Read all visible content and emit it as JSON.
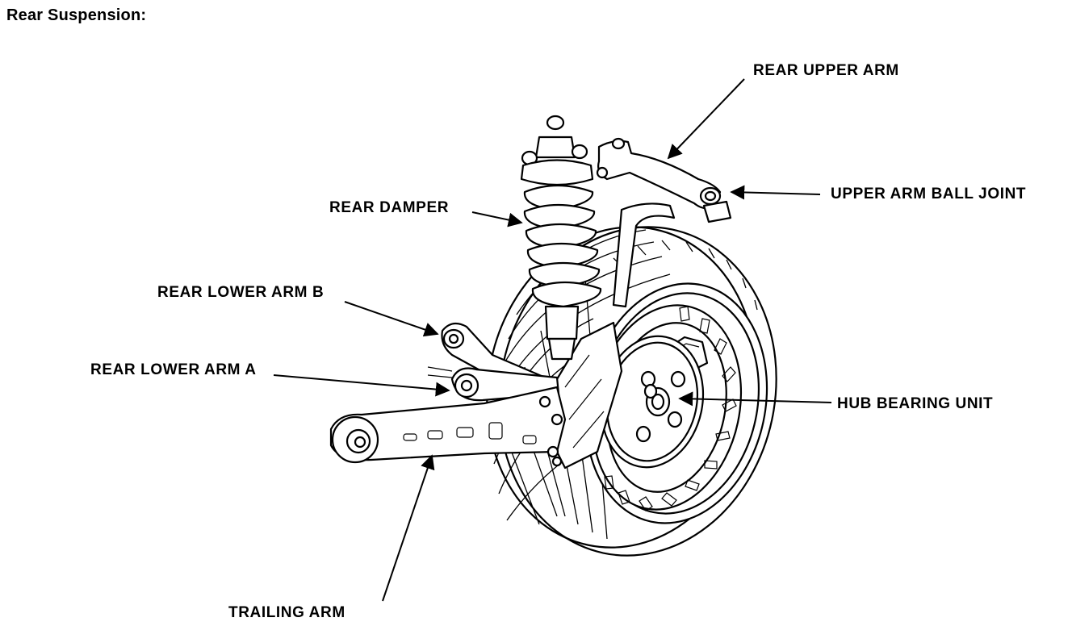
{
  "title": "Rear Suspension:",
  "labels": {
    "rear_upper_arm": "REAR UPPER ARM",
    "upper_arm_ball_joint": "UPPER ARM BALL JOINT",
    "rear_damper": "REAR DAMPER",
    "rear_lower_arm_b": "REAR LOWER ARM B",
    "rear_lower_arm_a": "REAR LOWER ARM A",
    "hub_bearing_unit": "HUB BEARING UNIT",
    "trailing_arm": "TRAILING ARM"
  }
}
